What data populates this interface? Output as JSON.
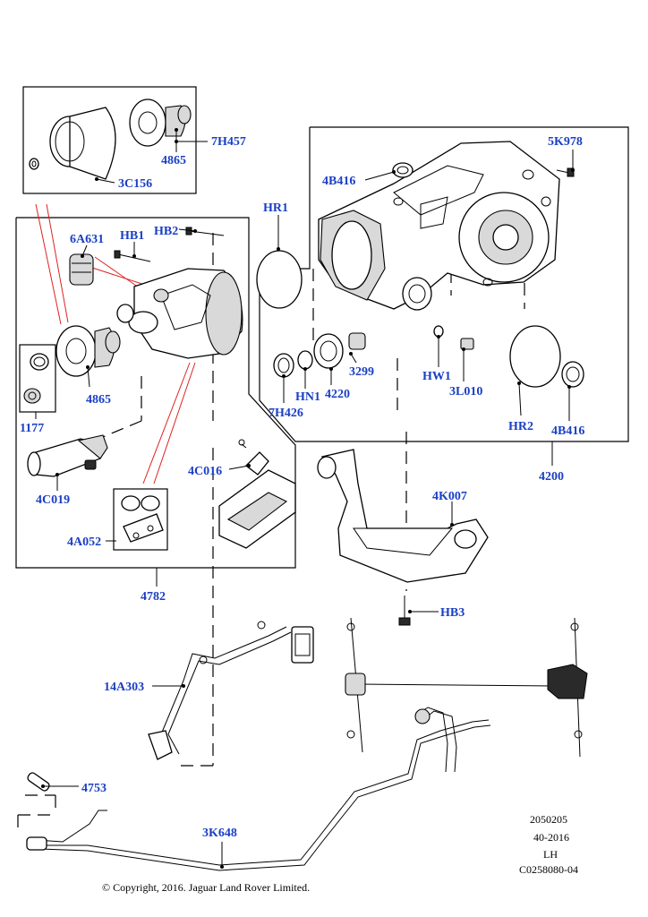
{
  "labels": {
    "7H457": "7H457",
    "4865_top": "4865",
    "3C156": "3C156",
    "5K978": "5K978",
    "4B416_top": "4B416",
    "HR1": "HR1",
    "6A631": "6A631",
    "HB1": "HB1",
    "HB2": "HB2",
    "4865_mid": "4865",
    "1177": "1177",
    "4C019": "4C019",
    "4C016": "4C016",
    "4A052": "4A052",
    "4782": "4782",
    "3299": "3299",
    "4220": "4220",
    "HN1": "HN1",
    "7H426": "7H426",
    "HW1": "HW1",
    "3L010": "3L010",
    "HR2": "HR2",
    "4B416_bot": "4B416",
    "4200": "4200",
    "4K007": "4K007",
    "HB3": "HB3",
    "14A303": "14A303",
    "4753": "4753",
    "3K648": "3K648"
  },
  "meta": {
    "code": "2050205",
    "date": "40-2016",
    "side": "LH",
    "ref": "C0258080-04",
    "copyright": "© Copyright, 2016. Jaguar Land Rover Limited."
  }
}
